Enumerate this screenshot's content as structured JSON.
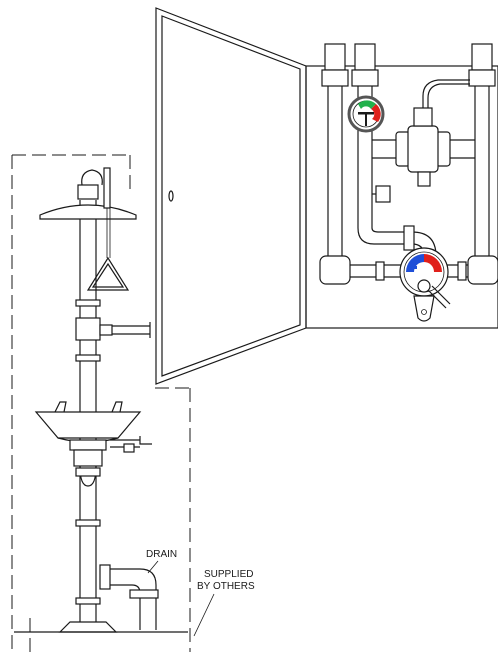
{
  "labels": {
    "drain": "DRAIN",
    "supplied_line1": "SUPPLIED",
    "supplied_line2": "BY OTHERS"
  },
  "colors": {
    "line": "#1a1a1a",
    "gauge_green": "#22b14c",
    "gauge_red": "#e0201b",
    "dial_blue": "#1f4fd8",
    "dial_red": "#e0201b"
  },
  "icons": [
    "eyewash-station",
    "cabinet-door",
    "thermostatic-mixing-valve",
    "temperature-gauge"
  ]
}
